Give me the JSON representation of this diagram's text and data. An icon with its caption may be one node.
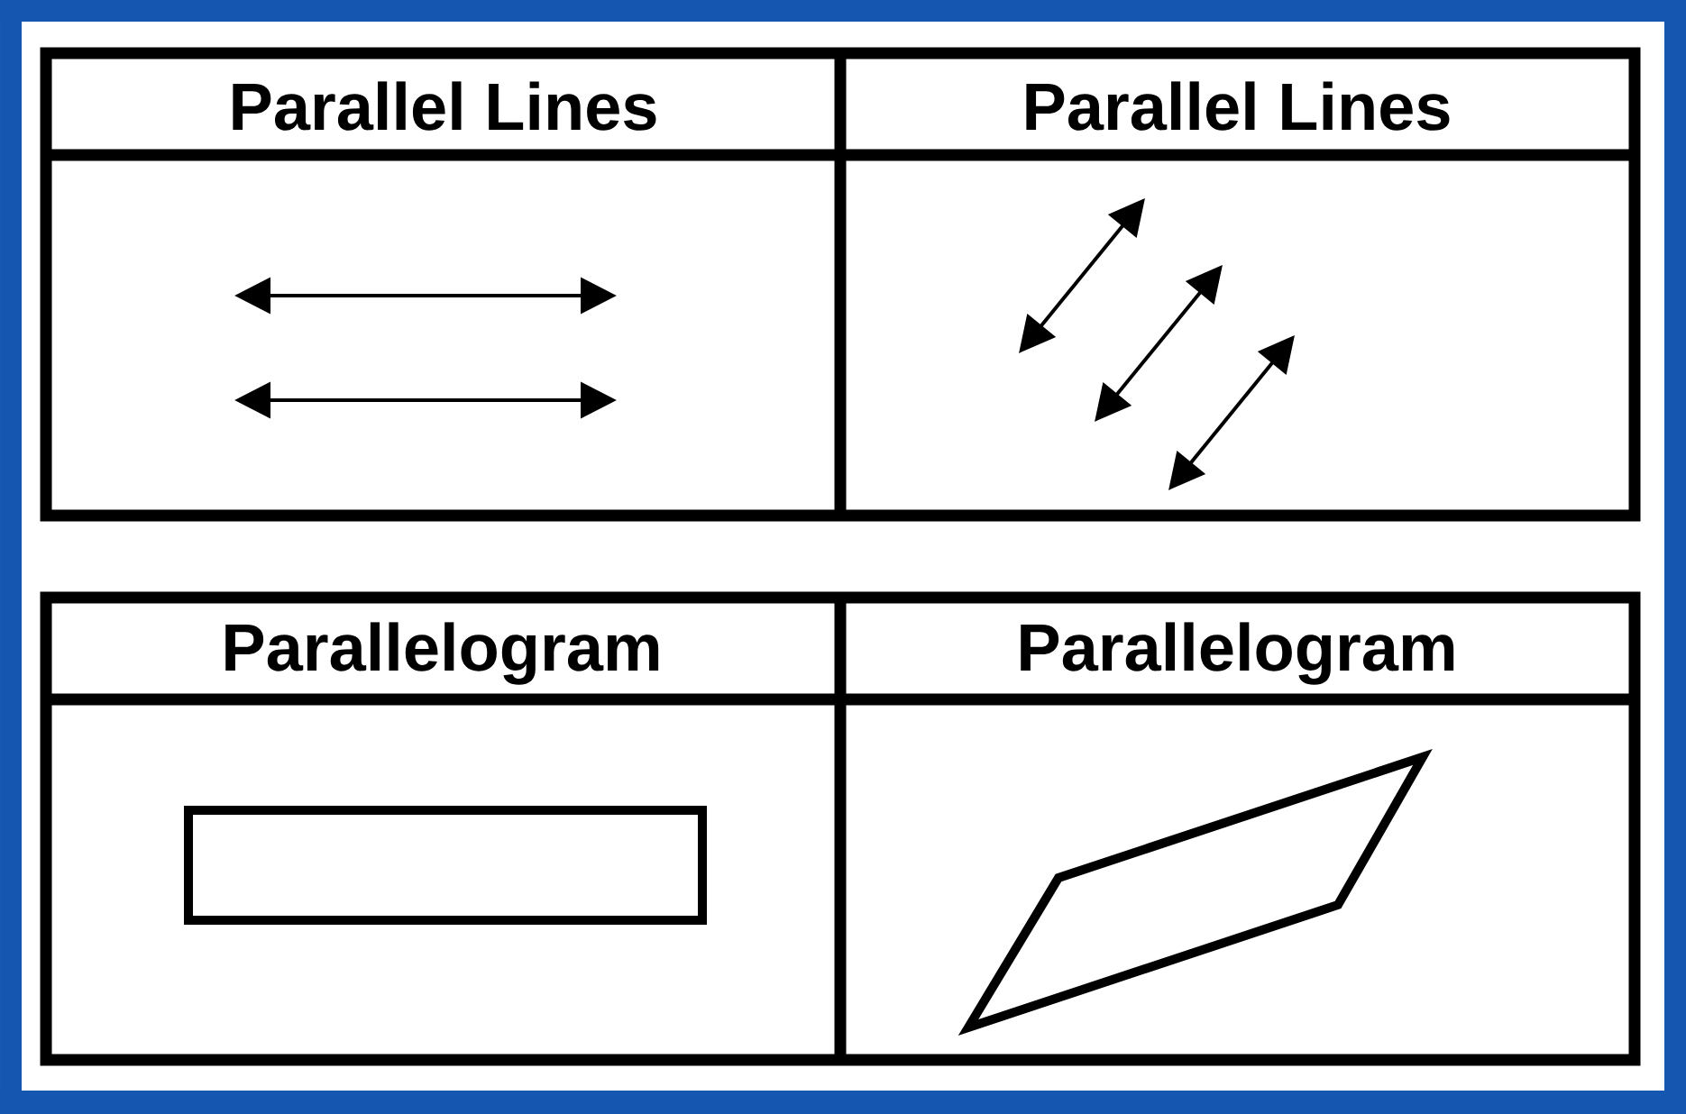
{
  "diagram": {
    "nodes": [
      {
        "text": [],
        "shape": "box"
      },
      {
        "text": [],
        "shape": "parallelogram"
      }
    ],
    "labels": [
      "Parallel Lines",
      "Parallel Lines",
      "Parallelogram",
      "Parallelogram"
    ]
  }
}
